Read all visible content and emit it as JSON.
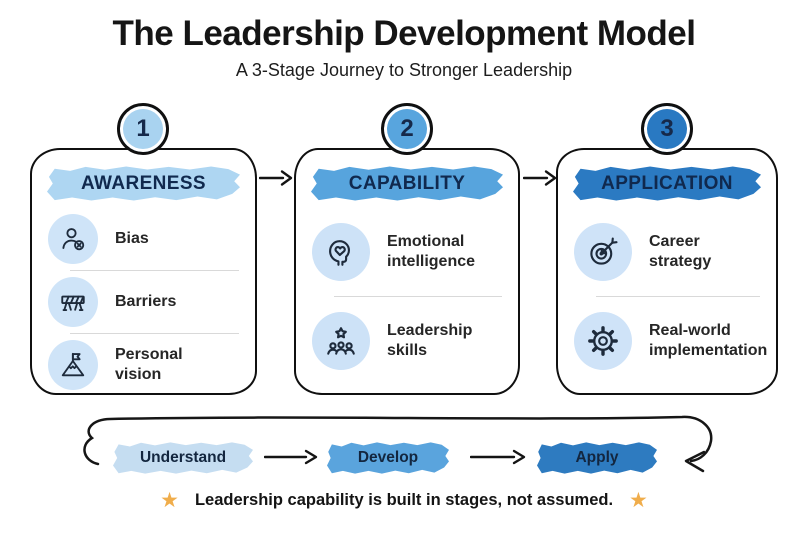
{
  "header": {
    "title": "The Leadership Development Model",
    "subtitle": "A 3-Stage Journey to Stronger Leadership"
  },
  "stages": [
    {
      "number": "1",
      "label": "AWARENESS",
      "badge_color": "#a9d3f0",
      "header_color": "#aed6f2",
      "icon_bg": "#cfe4f8",
      "items": [
        {
          "icon": "person-x-icon",
          "label": "Bias"
        },
        {
          "icon": "barrier-icon",
          "label": "Barriers"
        },
        {
          "icon": "mountain-flag-icon",
          "label": "Personal vision"
        }
      ]
    },
    {
      "number": "2",
      "label": "CAPABILITY",
      "badge_color": "#58a5de",
      "header_color": "#57a4dd",
      "icon_bg": "#cde2f7",
      "items": [
        {
          "icon": "head-heart-icon",
          "label": "Emotional intelligence"
        },
        {
          "icon": "star-people-icon",
          "label": "Leadership skills"
        }
      ]
    },
    {
      "number": "3",
      "label": "APPLICATION",
      "badge_color": "#2979c2",
      "header_color": "#2b7ac2",
      "icon_bg": "#cfe3f8",
      "items": [
        {
          "icon": "target-arrow-icon",
          "label": "Career strategy"
        },
        {
          "icon": "gear-icon",
          "label": "Real-world implementation"
        }
      ]
    }
  ],
  "flow": {
    "steps": [
      {
        "label": "Understand",
        "color": "#c5ddf1"
      },
      {
        "label": "Develop",
        "color": "#5aa4dd"
      },
      {
        "label": "Apply",
        "color": "#2e7bc0"
      }
    ]
  },
  "note": {
    "text": "Leadership capability is built in stages, not assumed.",
    "star_icon": "star-icon",
    "star_color": "#f0ad4b"
  }
}
